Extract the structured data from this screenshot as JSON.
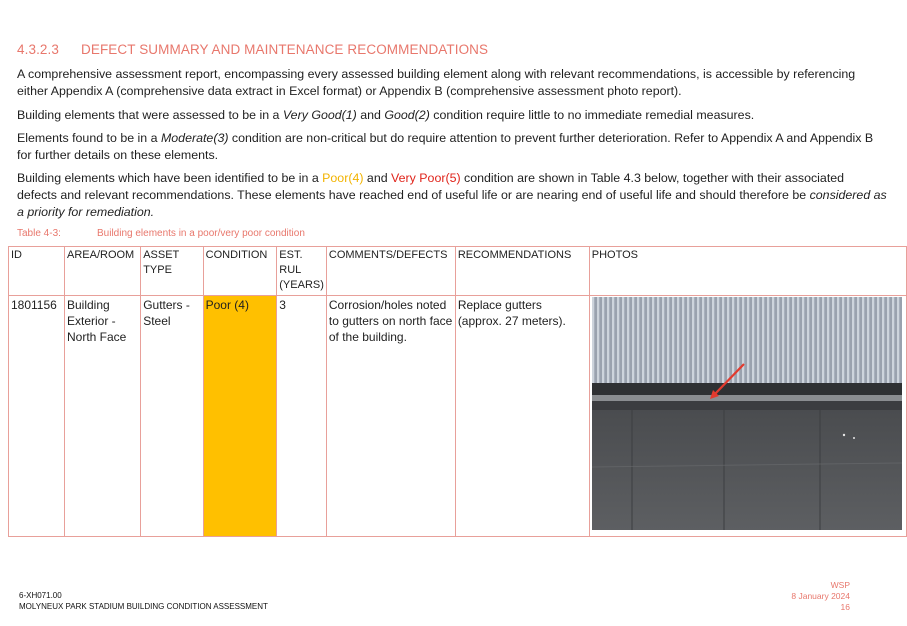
{
  "section": {
    "number": "4.3.2.3",
    "title": "DEFECT SUMMARY AND MAINTENANCE RECOMMENDATIONS"
  },
  "paragraphs": {
    "p1": "A comprehensive assessment report, encompassing every assessed building element along with relevant recommendations, is accessible by referencing either Appendix A (comprehensive data extract in Excel format) or Appendix B (comprehensive assessment photo report).",
    "p2_a": "Building elements that were assessed to be in a ",
    "p2_b": "Very Good(1)",
    "p2_c": " and ",
    "p2_d": "Good(2)",
    "p2_e": " condition require little to no immediate remedial measures.",
    "p3_a": "Elements found to be in a ",
    "p3_b": "Moderate(3)",
    "p3_c": " condition are non-critical but do require attention to prevent further deterioration. Refer to Appendix A and Appendix B for further details on these elements.",
    "p4_a": "Building elements which have been identified to be in a ",
    "p4_b": "Poor(4)",
    "p4_c": " and ",
    "p4_d": "Very Poor(5)",
    "p4_e": " condition are shown in Table 4.3 below, together with their associated defects and relevant recommendations. These elements have reached end of useful life or are nearing end of useful life and should therefore be ",
    "p4_f": "considered as a priority for remediation."
  },
  "table": {
    "caption_number": "Table 4-3:",
    "caption_text": "Building elements in a poor/very poor condition",
    "headers": {
      "id": "ID",
      "area": "AREA/ROOM",
      "asset_type": "ASSET TYPE",
      "condition": "CONDITION",
      "rul": "EST. RUL (YEARS)",
      "comments": "COMMENTS/DEFECTS",
      "recommendations": "RECOMMENDATIONS",
      "photos": "PHOTOS"
    },
    "rows": [
      {
        "id": "1801156",
        "area": "Building Exterior - North Face",
        "asset_type": "Gutters - Steel",
        "condition": "Poor (4)",
        "rul": "3",
        "comments": "Corrosion/holes noted to gutters on north face of the building.",
        "recommendations": "Replace gutters (approx. 27 meters)."
      }
    ]
  },
  "colors": {
    "accent": "#e8776c",
    "poor": "#ffc000",
    "very_poor": "#e0241b",
    "poor_text": "#f2b300"
  },
  "footer": {
    "code": "6-XH071.00",
    "project": "MOLYNEUX PARK STADIUM BUILDING CONDITION ASSESSMENT",
    "company": "WSP",
    "date": "8 January 2024",
    "page": "16"
  }
}
